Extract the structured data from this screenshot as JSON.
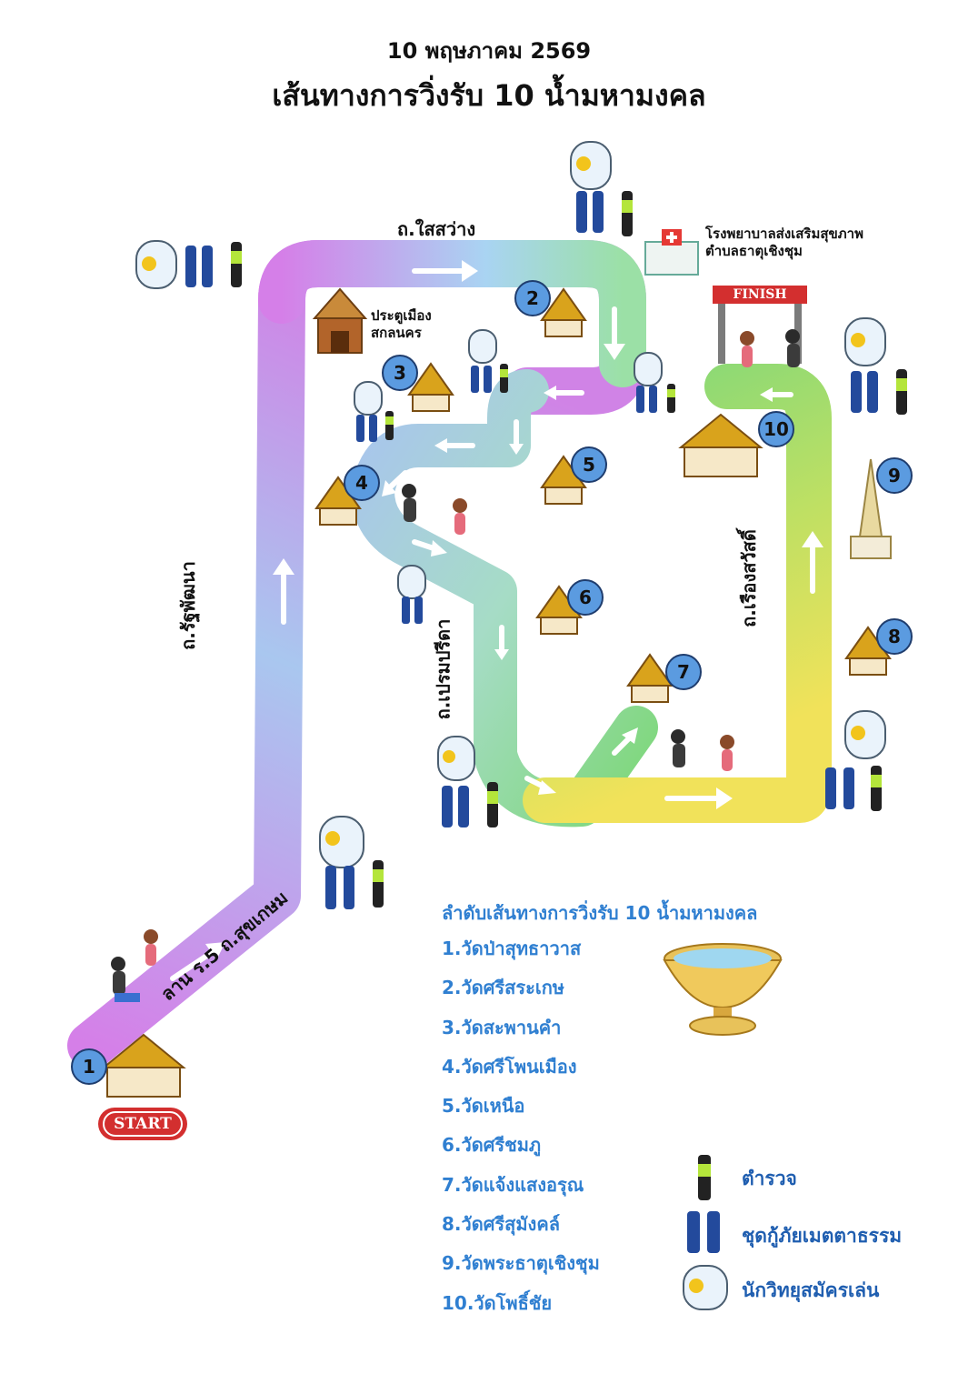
{
  "header": {
    "date": "10 พฤษภาคม 2569",
    "title": "เส้นทางการวิ่งรับ 10 น้ำมหามงคล"
  },
  "roads": {
    "sai_sawang": "ถ.ใสสว่าง",
    "rat_phatthana": "ถ.รัฐพัฒนา",
    "sukkasem": "ลาน ร.5 ถ.สุขเกษม",
    "prem_pricha": "ถ.เปรมปรีดา",
    "rueang_sawat": "ถ.เรืองสวัสดิ์"
  },
  "places": {
    "hospital_line1": "โรงพยาบาลส่งเสริมสุขภาพ",
    "hospital_line2": "ตำบลธาตุเชิงชุม",
    "gate_line1": "ประตูเมือง",
    "gate_line2": "สกลนคร",
    "finish": "FINISH",
    "start": "START"
  },
  "stops": {
    "s1": "1",
    "s2": "2",
    "s3": "3",
    "s4": "4",
    "s5": "5",
    "s6": "6",
    "s7": "7",
    "s8": "8",
    "s9": "9",
    "s10": "10"
  },
  "route_list": {
    "title": "ลำดับเส้นทางการวิ่งรับ 10 น้ำมหามงคล",
    "items": [
      "1.วัดป่าสุทธาวาส",
      "2.วัดศรีสระเกษ",
      "3.วัดสะพานคำ",
      "4.วัดศรีโพนเมือง",
      "5.วัดเหนือ",
      "6.วัดศรีชมภู",
      "7.วัดแจ้งแสงอรุณ",
      "8.วัดศรีสุมังคล์",
      "9.วัดพระธาตุเชิงชุม",
      "10.วัดโพธิ์ชัย"
    ]
  },
  "legend": {
    "police": "ตำรวจ",
    "rescue": "ชุดกู้ภัยเมตตาธรรม",
    "radio": "นักวิทยุสมัครเล่น"
  },
  "icons": {
    "temple": "temple-icon",
    "stupa": "stupa-icon",
    "gate": "city-gate-icon",
    "hospital": "hospital-icon",
    "police": "police-icon",
    "rescue": "rescue-team-icon",
    "radio": "radio-operator-icon",
    "bowl": "water-bowl-icon",
    "runner": "runner-icon",
    "arrow": "direction-arrow-icon"
  },
  "colors": {
    "route_start": "#d57fe8",
    "route_mid": "#a9d4f2",
    "route_green": "#7ed77a",
    "route_end": "#f1e25a",
    "badge": "#5b9be0",
    "list_text": "#2f7fd1",
    "start_red": "#d32f2f"
  }
}
